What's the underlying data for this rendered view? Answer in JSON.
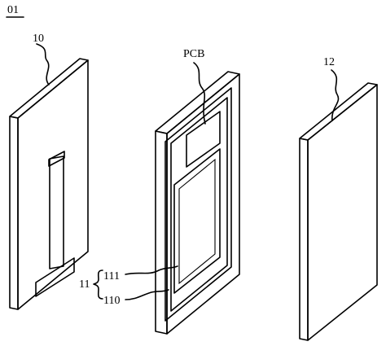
{
  "figure": {
    "label": "01",
    "parts": {
      "back_cover": {
        "ref": "10"
      },
      "frame": {
        "ref": "11",
        "sub_refs": [
          "111",
          "110"
        ],
        "board_label": "PCB"
      },
      "front_panel": {
        "ref": "12"
      }
    }
  },
  "colors": {
    "line": "#000000",
    "paper": "#ffffff",
    "hatch": "#000000"
  }
}
